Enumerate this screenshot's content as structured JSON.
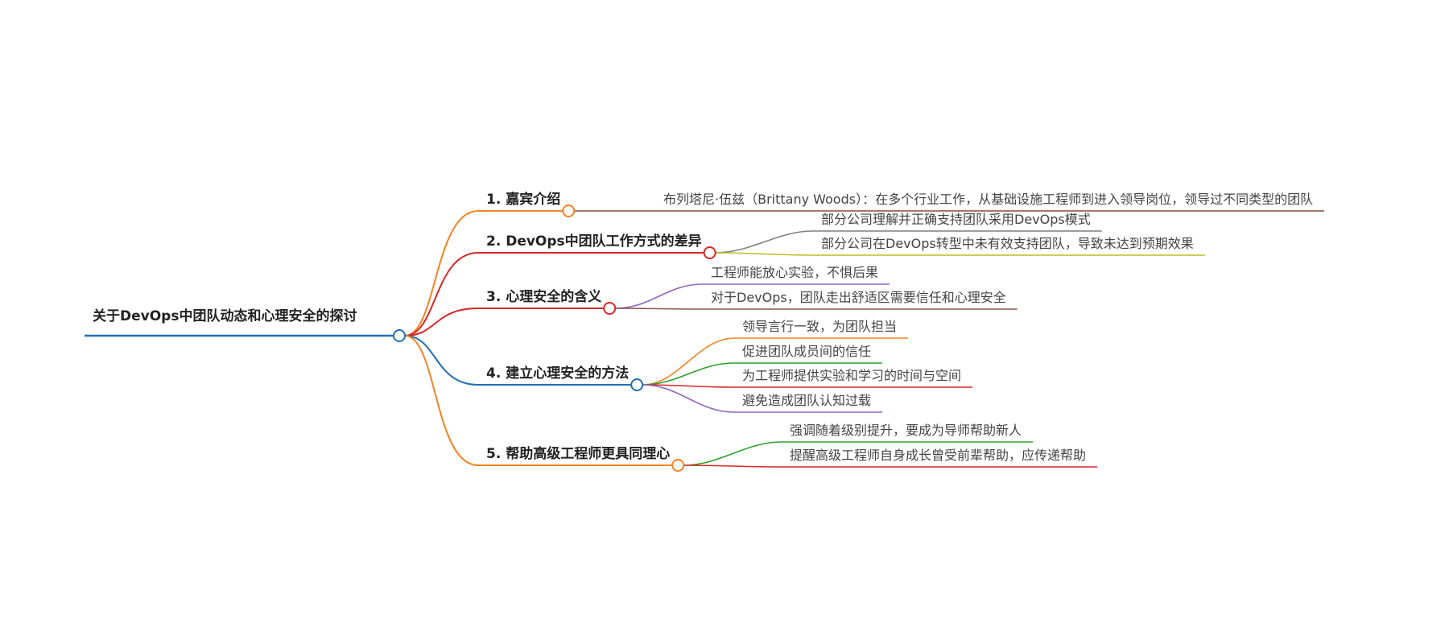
{
  "root": {
    "label": "关于DevOps中团队动态和心理安全的探讨",
    "color": "#1f6fb5"
  },
  "branches": [
    {
      "label": "1. 嘉宾介绍",
      "color": "#f58220",
      "children": [
        {
          "label": "布列塔尼·伍兹（Brittany Woods）：在多个行业工作，从基础设施工程师到进入领导岗位，领导过不同类型的团队",
          "color": "#8b4a3c"
        }
      ]
    },
    {
      "label": "2. DevOps中团队工作方式的差异",
      "color": "#d62728",
      "children": [
        {
          "label": "部分公司理解并正确支持团队采用DevOps模式",
          "color": "#7f7f7f"
        },
        {
          "label": "部分公司在DevOps转型中未有效支持团队，导致未达到预期效果",
          "color": "#bcbd22"
        }
      ]
    },
    {
      "label": "3. 心理安全的含义",
      "color": "#d62728",
      "children": [
        {
          "label": "工程师能放心实验，不惧后果",
          "color": "#9467bd"
        },
        {
          "label": "对于DevOps，团队走出舒适区需要信任和心理安全",
          "color": "#8c564b"
        }
      ]
    },
    {
      "label": "4. 建立心理安全的方法",
      "color": "#1f6fb5",
      "children": [
        {
          "label": "领导言行一致，为团队担当",
          "color": "#f58220"
        },
        {
          "label": "促进团队成员间的信任",
          "color": "#2ca02c"
        },
        {
          "label": "为工程师提供实验和学习的时间与空间",
          "color": "#d62728"
        },
        {
          "label": "避免造成团队认知过载",
          "color": "#9467bd"
        }
      ]
    },
    {
      "label": "5. 帮助高级工程师更具同理心",
      "color": "#f58220",
      "children": [
        {
          "label": "强调随着级别提升，要成为导师帮助新人",
          "color": "#2ca02c"
        },
        {
          "label": "提醒高级工程师自身成长曾受前辈帮助，应传递帮助",
          "color": "#d62728"
        }
      ]
    }
  ]
}
